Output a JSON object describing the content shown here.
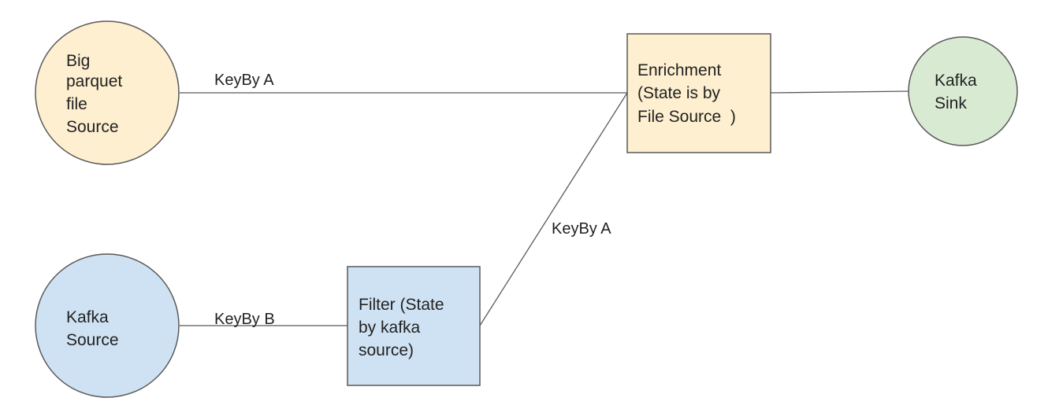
{
  "diagram": {
    "colors": {
      "source_file_fill": "#fdefcf",
      "enrichment_fill": "#fdefcf",
      "kafka_source_fill": "#cfe2f3",
      "filter_fill": "#cfe2f3",
      "kafka_sink_fill": "#d9ead3",
      "stroke": "#595959"
    },
    "nodes": {
      "big_parquet": {
        "shape": "circle",
        "lines": [
          "Big",
          "parquet",
          "file",
          "Source"
        ]
      },
      "kafka_source": {
        "shape": "circle",
        "lines": [
          "Kafka",
          "Source"
        ]
      },
      "filter": {
        "shape": "rect",
        "lines": [
          "Filter (State",
          "by kafka",
          "source)"
        ]
      },
      "enrichment": {
        "shape": "rect",
        "lines": [
          "Enrichment",
          "(State is by",
          "File Source  )"
        ]
      },
      "kafka_sink": {
        "shape": "circle",
        "lines": [
          "Kafka",
          "Sink"
        ]
      }
    },
    "edges": [
      {
        "from": "big_parquet",
        "to": "enrichment",
        "label": "KeyBy A"
      },
      {
        "from": "kafka_source",
        "to": "filter",
        "label": "KeyBy B"
      },
      {
        "from": "filter",
        "to": "enrichment",
        "label": "KeyBy A"
      },
      {
        "from": "enrichment",
        "to": "kafka_sink",
        "label": ""
      }
    ]
  }
}
